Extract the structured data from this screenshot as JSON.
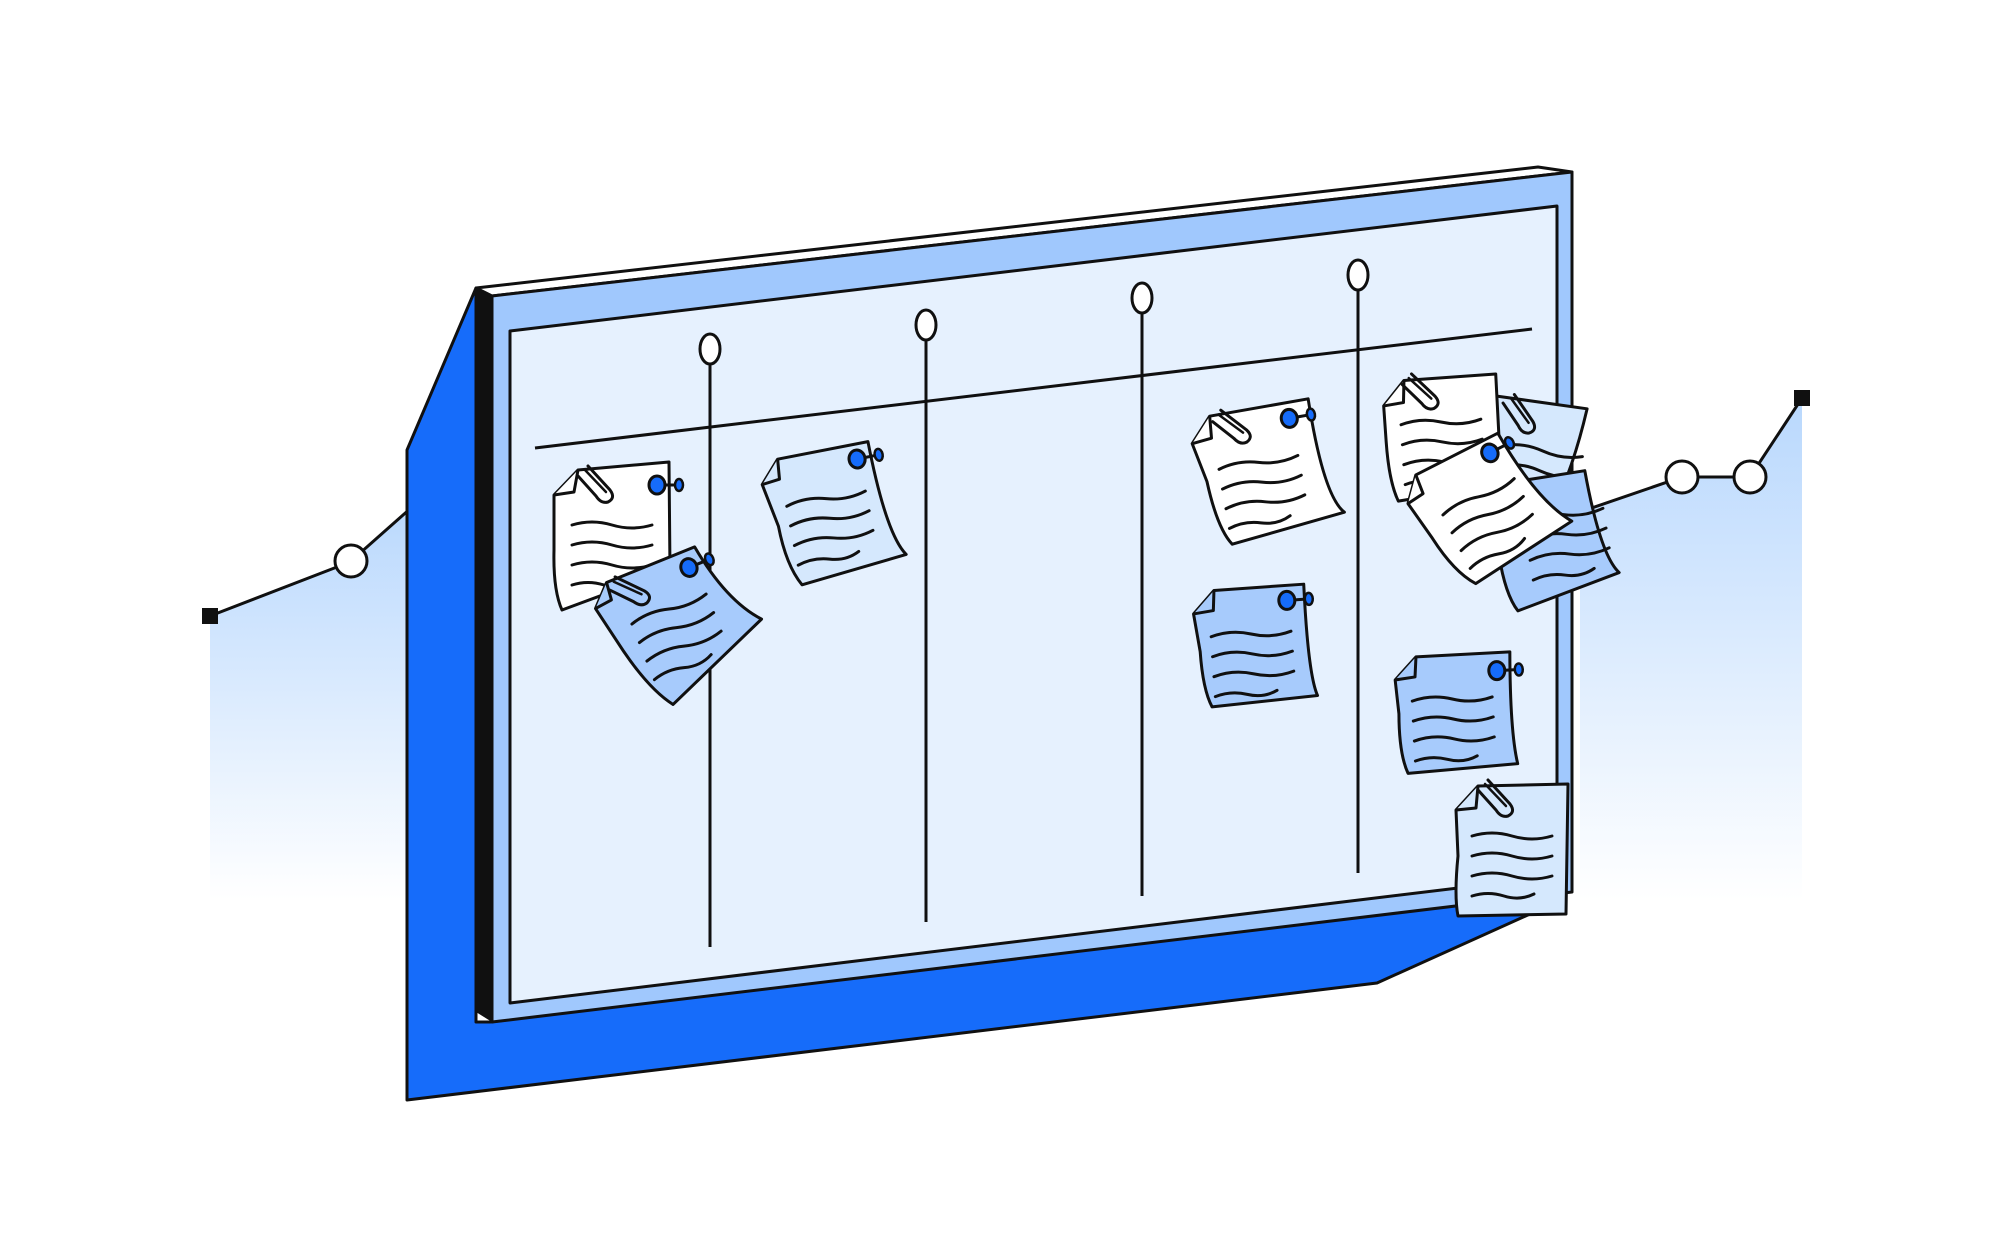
{
  "illustration": {
    "subject": "kanban-board",
    "column_count": 4,
    "note_count": 11
  },
  "colors": {
    "background": "#ffffff",
    "board_side": "#166cfa",
    "board_frame": "#a0c8fd",
    "board_surface": "#e6f1fe",
    "note_white": "#ffffff",
    "note_light_blue": "#d5e8fd",
    "note_blue": "#a7cbfc",
    "pin": "#166cfa",
    "chart_fill_top": "#b9d8fd",
    "outline": "#101010"
  },
  "icons": {
    "pin": "push-pin-icon",
    "paperclip": "paperclip-icon",
    "column_hook": "column-hook-icon",
    "chart_node": "chart-node-icon"
  }
}
